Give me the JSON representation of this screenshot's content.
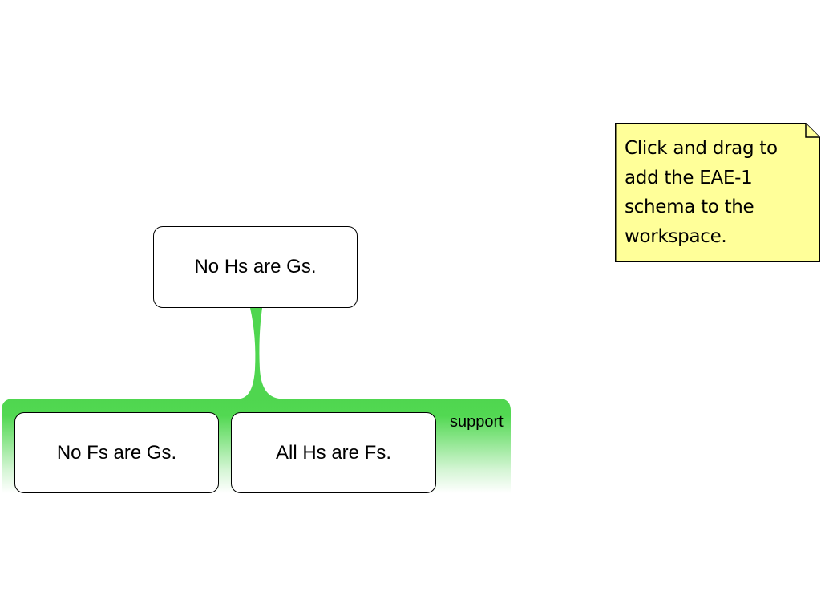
{
  "diagram": {
    "conclusion": "No Hs are Gs.",
    "premises": [
      "No Fs are Gs.",
      "All Hs are Fs."
    ],
    "support_label": "support"
  },
  "note": {
    "text": "Click and drag to add the EAE-1 schema to the workspace."
  },
  "colors": {
    "support_green": "#4fd64f",
    "note_fill": "#ffff99",
    "box_border": "#000000"
  }
}
